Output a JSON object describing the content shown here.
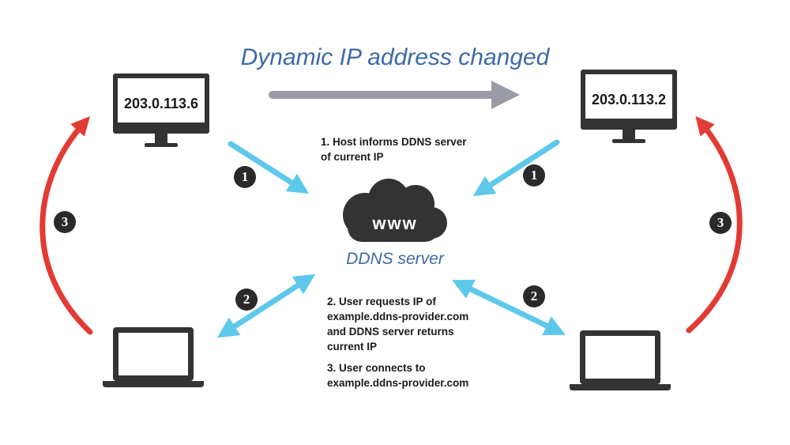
{
  "title": "Dynamic IP address changed",
  "hosts": {
    "left_ip": "203.0.113.6",
    "right_ip": "203.0.113.2"
  },
  "server": {
    "cloud_text": "www",
    "label": "DDNS server"
  },
  "steps": {
    "step1": "1. Host informs DDNS server\nof current IP",
    "step2": "2. User requests IP of\nexample.ddns-provider.com\nand DDNS server returns\ncurrent IP",
    "step3": "3. User connects to\nexample.ddns-provider.com"
  },
  "badges": {
    "one": "1",
    "two": "2",
    "three": "3"
  },
  "colors": {
    "title": "#3d6aa6",
    "gray_arrow": "#9a9ba6",
    "blue_arrow": "#5ec8ea",
    "red_arrow": "#e23b34",
    "device": "#333333"
  }
}
